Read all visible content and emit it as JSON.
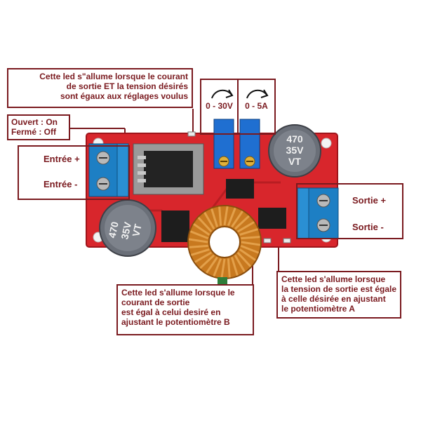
{
  "callouts": {
    "top_led": {
      "lines": [
        "Cette led s\"allume lorsque le courant",
        "de sortie ET la tension désirés",
        "sont égaux aux réglages voulus"
      ]
    },
    "switch_state": {
      "lines": [
        "Ouvert : On",
        "Fermé : Off"
      ]
    },
    "pot_voltage": "0 - 30V",
    "pot_current": "0 - 5A",
    "input": {
      "plus": "Entrée +",
      "minus": "Entrée -"
    },
    "output": {
      "plus": "Sortie +",
      "minus": "Sortie -"
    },
    "led_current": {
      "lines": [
        "Cette led s'allume lorsque le",
        "courant de sortie",
        "est égal à celui desiré en",
        "ajustant le potentiomètre B"
      ]
    },
    "led_voltage": {
      "lines": [
        "Cette led s'allume lorsque",
        "la tension de sortie est égale",
        "à celle désirée en ajustant",
        "le potentiomètre A"
      ]
    }
  },
  "board": {
    "cap_left": {
      "value": "470",
      "voltage": "35V",
      "series": "VT"
    },
    "cap_right": {
      "value": "470",
      "voltage": "35V",
      "series": "VT"
    }
  },
  "colors": {
    "pcb": "#d8262c",
    "callout": "#7a1a1f",
    "terminal": "#1d7fc4",
    "copper": "#c8791f",
    "cap": "#6a6f78"
  }
}
